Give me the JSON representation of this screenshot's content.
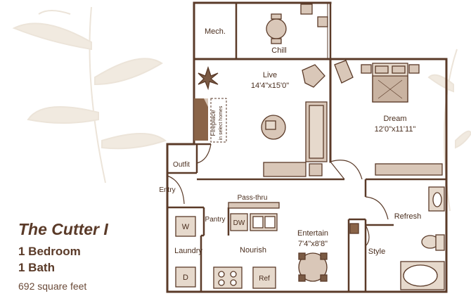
{
  "plan": {
    "name": "The Cutter I",
    "bedrooms": "1 Bedroom",
    "baths": "1 Bath",
    "area": "692 square feet"
  },
  "rooms": {
    "mech": "Mech.",
    "chill": "Chill",
    "live": "Live",
    "live_dims": "14'4\"x15'0\"",
    "dream": "Dream",
    "dream_dims": "12'0\"x11'11\"",
    "fireplace": "Fireplace",
    "fireplace_note": "in select homes",
    "outfit": "Outfit",
    "entry": "Entry",
    "pass_thru": "Pass-thru",
    "pantry": "Pantry",
    "dw": "DW",
    "w": "W",
    "d": "D",
    "laundry": "Laundry",
    "nourish": "Nourish",
    "entertain": "Entertain",
    "entertain_dims": "7'4\"x8'8\"",
    "refresh": "Refresh",
    "style": "Style",
    "ref": "Ref"
  },
  "colors": {
    "wall": "#5a3a28",
    "fill": "#d9c7b8",
    "accent": "#7a5a44",
    "background_foliage": "#eee6dc"
  }
}
